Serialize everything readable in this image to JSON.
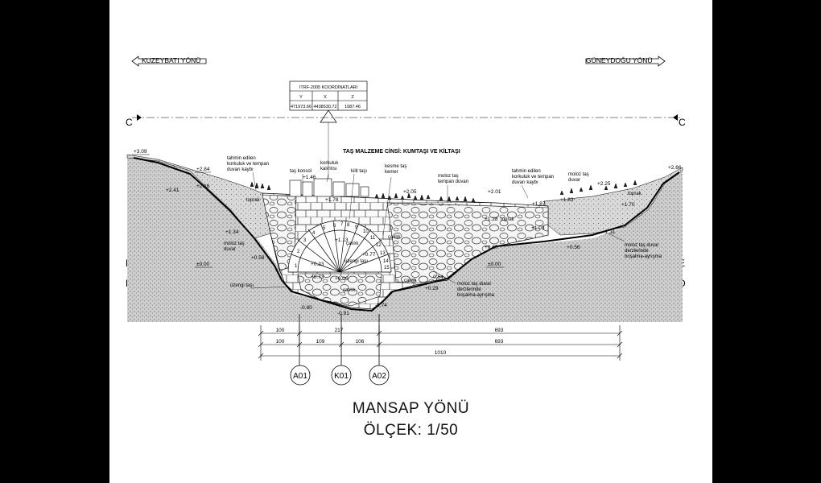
{
  "titles": {
    "main": "MANSAP YÖNÜ",
    "scale": "ÖLÇEK: 1/50"
  },
  "directions": {
    "left": "KUZEYBATI YÖNÜ",
    "right": "GÜNEYDOĞU YÖNÜ"
  },
  "coordinates": {
    "heading": "ITRF-2005 KOORDİNATLARI",
    "columns": [
      "Y",
      "X",
      "Z"
    ],
    "values": [
      "471973.66",
      "4438530.72",
      "1087.46"
    ]
  },
  "material": "TAŞ MALZEME CİNSİ: KUMTAŞI VE KİLTAŞI",
  "section_marks": {
    "C": "C",
    "D": "D",
    "E": "E"
  },
  "levels": {
    "l309": "+3.09",
    "l284": "+2.84",
    "l216": "+2.16",
    "l241": "+2.41",
    "l178": "+1.78",
    "l146": "+1.46",
    "l205": "+2.05",
    "l201": "+2.01",
    "l187": "+1.87",
    "l183": "+1.83",
    "l225": "+2.25",
    "l266": "+2.66",
    "l170": "+1.70",
    "l134": "+1.34",
    "l113": "+1.13",
    "l077": "+0.77",
    "l128": "+1.28",
    "l103": "+1.03",
    "l131": "+1.31",
    "l056": "+0.56",
    "l060": "+0.60",
    "l058": "+0.58",
    "l073": "+0.73",
    "l033": "+0.33",
    "l000L": "±0.00",
    "l000R": "±0.00",
    "l006": "+0.06",
    "l029": "+0.29",
    "l054": "-0.54",
    "l080": "-0.80",
    "l091": "-0.91",
    "l074": "-0.74"
  },
  "labels": {
    "restored_rail_left": "tahmin edilen\nkorkuluk ve tempan\nduvarı kaybı",
    "stone_console": "taş konsol",
    "rail_remnant": "korkuluk\nkalıntısı",
    "key_stone": "kilit taşı",
    "cut_stone_arch": "kesme taş\nkemer",
    "rubble_tympanum": "moloz taş\ntempan duvarı",
    "restored_rail_right": "tahmin edilen\nkorkuluk ve tempan\nduvarı kaybı",
    "rubble_wall_right": "moloz taş\nduvar",
    "soil_left": "toprak",
    "soil_mid": "toprak",
    "soil_right": "toprak",
    "rubble_wall_left": "moloz taş\nduvar",
    "rubble_joint_right": "moloz taş duvar\nderzlerinde\nboşalma-ayrışma",
    "rubble_joint_bottom": "moloz taş duvar\nderzlerinde\nboşalma-ayrışma",
    "stirrup_stone_left": "üzengi taşı",
    "stirrup_stone_mid": "üzengi taşı",
    "bush_1": "çalılık",
    "bush_2": "çalılık",
    "bush_3": "çalılık",
    "bush_4": "çalılık"
  },
  "voussoir_numbers": [
    "1",
    "2",
    "3",
    "4",
    "5",
    "6",
    "7",
    "8",
    "9",
    "10",
    "11",
    "12",
    "13",
    "14",
    "15"
  ],
  "dimensions": {
    "row1": [
      "100",
      "217",
      "693"
    ],
    "row2": [
      "100",
      "109",
      "106",
      "693"
    ],
    "total": "1010"
  },
  "axes": [
    "A01",
    "K01",
    "A02"
  ]
}
